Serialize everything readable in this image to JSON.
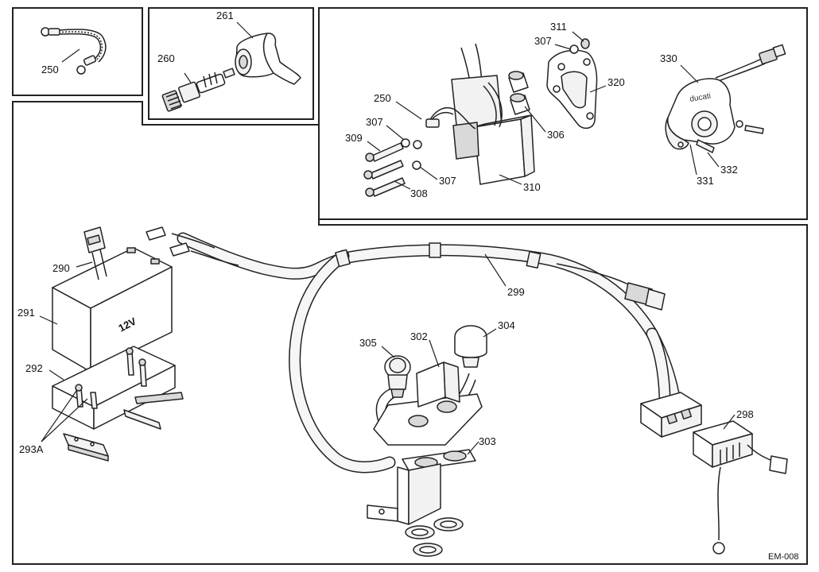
{
  "drawing_code": "EM-008",
  "battery_marking": "12V",
  "parts": [
    {
      "id": "p250a",
      "ref": "250"
    },
    {
      "id": "p260",
      "ref": "260"
    },
    {
      "id": "p261",
      "ref": "261"
    },
    {
      "id": "p311",
      "ref": "311"
    },
    {
      "id": "p307a",
      "ref": "307"
    },
    {
      "id": "p320",
      "ref": "320"
    },
    {
      "id": "p250b",
      "ref": "250"
    },
    {
      "id": "p307b",
      "ref": "307"
    },
    {
      "id": "p309",
      "ref": "309"
    },
    {
      "id": "p306",
      "ref": "306"
    },
    {
      "id": "p307c",
      "ref": "307"
    },
    {
      "id": "p308",
      "ref": "308"
    },
    {
      "id": "p310",
      "ref": "310"
    },
    {
      "id": "p330",
      "ref": "330"
    },
    {
      "id": "p332",
      "ref": "332"
    },
    {
      "id": "p331",
      "ref": "331"
    },
    {
      "id": "p290",
      "ref": "290"
    },
    {
      "id": "p291",
      "ref": "291"
    },
    {
      "id": "p292",
      "ref": "292"
    },
    {
      "id": "p293a",
      "ref": "293A"
    },
    {
      "id": "p299",
      "ref": "299"
    },
    {
      "id": "p305",
      "ref": "305"
    },
    {
      "id": "p302",
      "ref": "302"
    },
    {
      "id": "p304",
      "ref": "304"
    },
    {
      "id": "p303",
      "ref": "303"
    },
    {
      "id": "p298",
      "ref": "298"
    }
  ]
}
